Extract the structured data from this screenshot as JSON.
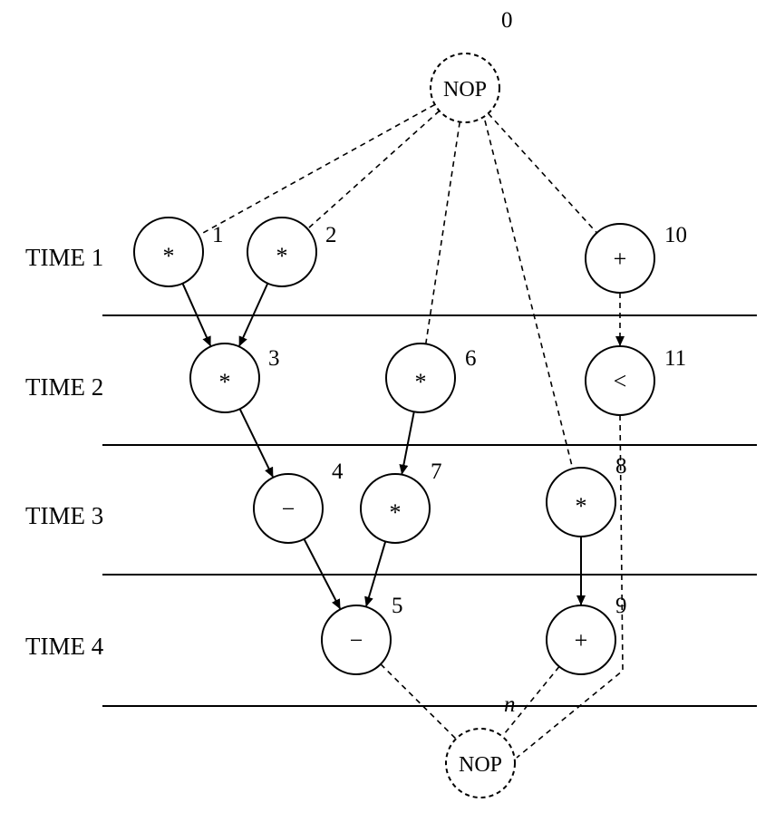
{
  "time_labels": [
    "TIME 1",
    "TIME 2",
    "TIME 3",
    "TIME 4"
  ],
  "nodes": [
    {
      "id": "0",
      "op": "NOP"
    },
    {
      "id": "1",
      "op": "*"
    },
    {
      "id": "2",
      "op": "*"
    },
    {
      "id": "3",
      "op": "*"
    },
    {
      "id": "4",
      "op": "−"
    },
    {
      "id": "5",
      "op": "−"
    },
    {
      "id": "6",
      "op": "*"
    },
    {
      "id": "7",
      "op": "*"
    },
    {
      "id": "8",
      "op": "*"
    },
    {
      "id": "9",
      "op": "+"
    },
    {
      "id": "10",
      "op": "+"
    },
    {
      "id": "11",
      "op": "<"
    },
    {
      "id": "n",
      "op": "NOP"
    }
  ],
  "edges": [
    {
      "from": "0",
      "to": "1",
      "style": "dashed"
    },
    {
      "from": "0",
      "to": "2",
      "style": "dashed"
    },
    {
      "from": "0",
      "to": "6",
      "style": "dashed"
    },
    {
      "from": "0",
      "to": "8",
      "style": "dashed"
    },
    {
      "from": "0",
      "to": "10",
      "style": "dashed"
    },
    {
      "from": "1",
      "to": "3",
      "style": "solid"
    },
    {
      "from": "2",
      "to": "3",
      "style": "solid"
    },
    {
      "from": "3",
      "to": "4",
      "style": "solid"
    },
    {
      "from": "6",
      "to": "7",
      "style": "solid"
    },
    {
      "from": "4",
      "to": "5",
      "style": "solid"
    },
    {
      "from": "7",
      "to": "5",
      "style": "solid"
    },
    {
      "from": "8",
      "to": "9",
      "style": "solid"
    },
    {
      "from": "10",
      "to": "11",
      "style": "dashed"
    },
    {
      "from": "5",
      "to": "n",
      "style": "dashed"
    },
    {
      "from": "9",
      "to": "n",
      "style": "dashed"
    },
    {
      "from": "11",
      "to": "n",
      "style": "dashed"
    }
  ]
}
